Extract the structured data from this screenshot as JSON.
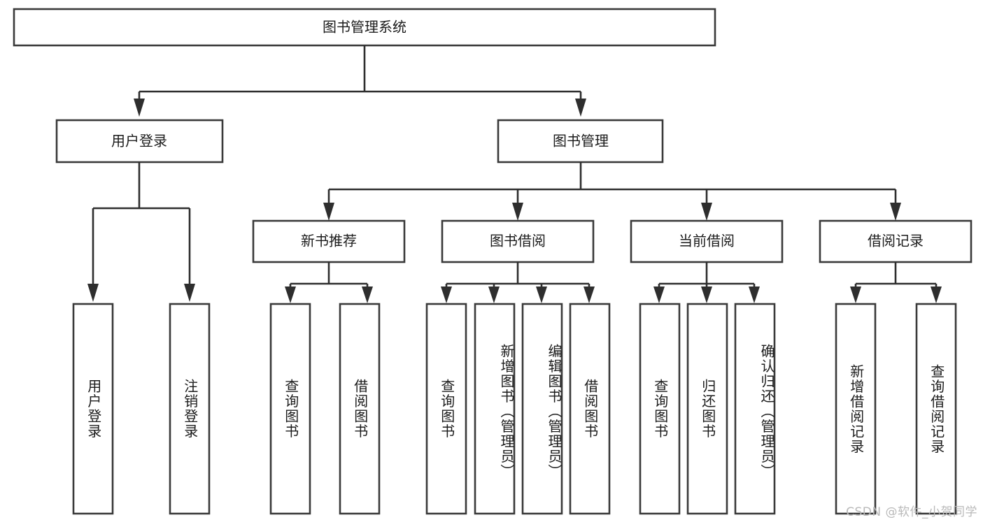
{
  "diagram": {
    "title": "图书管理系统",
    "type": "tree-hierarchy",
    "root": {
      "label": "图书管理系统"
    },
    "level1": [
      {
        "label": "用户登录"
      },
      {
        "label": "图书管理"
      }
    ],
    "level2": [
      {
        "label": "新书推荐"
      },
      {
        "label": "图书借阅"
      },
      {
        "label": "当前借阅"
      },
      {
        "label": "借阅记录"
      }
    ],
    "leaves": [
      {
        "label": "用户登录",
        "parent": "用户登录"
      },
      {
        "label": "注销登录",
        "parent": "用户登录"
      },
      {
        "label": "查询图书",
        "parent": "新书推荐"
      },
      {
        "label": "借阅图书",
        "parent": "新书推荐"
      },
      {
        "label": "查询图书",
        "parent": "图书借阅"
      },
      {
        "label": "新增图书（管理员）",
        "parent": "图书借阅"
      },
      {
        "label": "编辑图书（管理员）",
        "parent": "图书借阅"
      },
      {
        "label": "借阅图书",
        "parent": "图书借阅"
      },
      {
        "label": "查询图书",
        "parent": "当前借阅"
      },
      {
        "label": "归还图书",
        "parent": "当前借阅"
      },
      {
        "label": "确认归还（管理员）",
        "parent": "当前借阅"
      },
      {
        "label": "新增借阅记录",
        "parent": "借阅记录"
      },
      {
        "label": "查询借阅记录",
        "parent": "借阅记录"
      }
    ]
  },
  "watermark": {
    "text": "CSDN @软件_小贺同学"
  },
  "colors": {
    "box_stroke": "#3a3a3a",
    "connector": "#2e2e2e",
    "text": "#1b1b1b",
    "background": "#ffffff",
    "watermark": "#b9b9b9"
  }
}
